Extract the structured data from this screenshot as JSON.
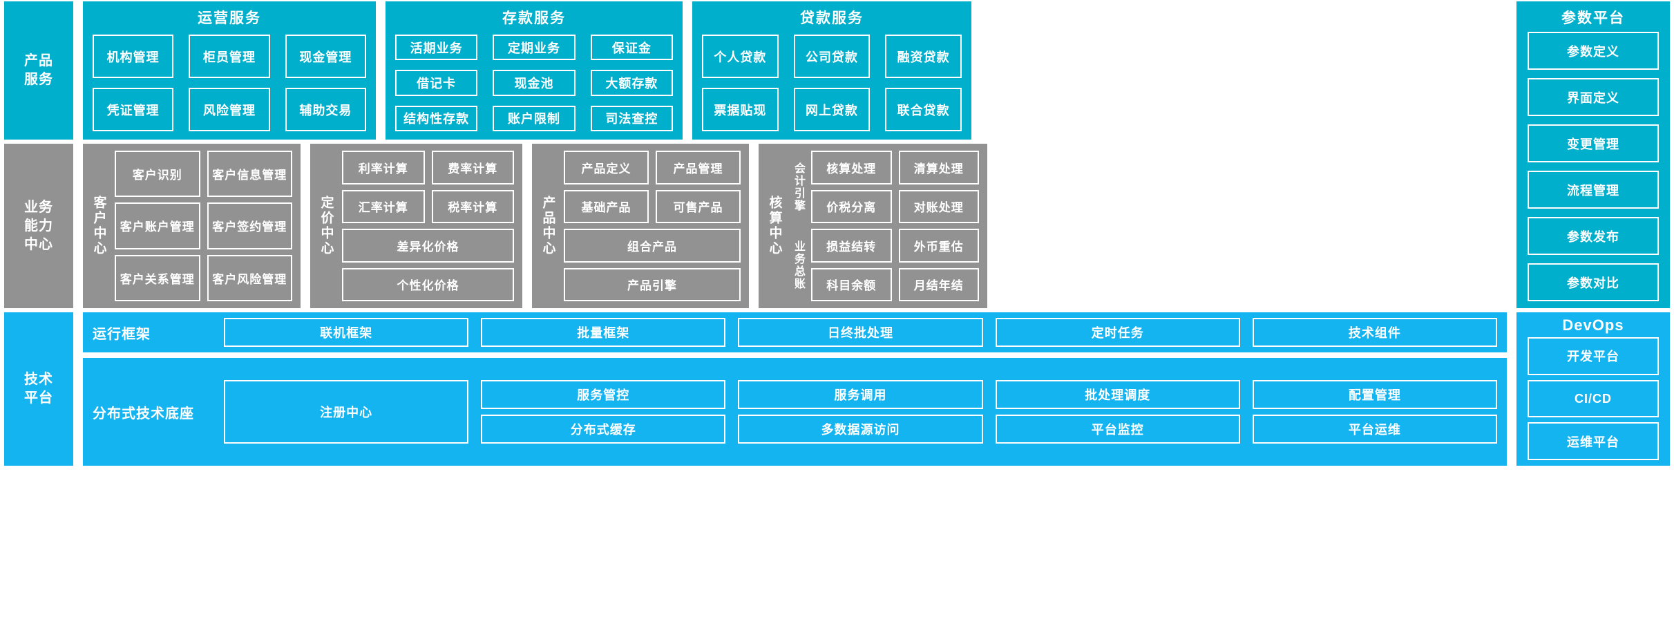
{
  "colors": {
    "teal": "#00afcc",
    "gray": "#929292",
    "bright_blue": "#14b4f0",
    "white": "#ffffff"
  },
  "rows": {
    "product_service": {
      "label": "产品\n服务"
    },
    "business_capability": {
      "label": "业务\n能力\n中心"
    },
    "tech_platform": {
      "label": "技术\n平台"
    }
  },
  "product_service": {
    "label_line1": "产品",
    "label_line2": "服务",
    "panels": [
      {
        "title": "运营服务",
        "cells": [
          "机构管理",
          "柜员管理",
          "现金管理",
          "凭证管理",
          "风险管理",
          "辅助交易"
        ]
      },
      {
        "title": "存款服务",
        "cells": [
          "活期业务",
          "定期业务",
          "保证金",
          "借记卡",
          "现金池",
          "大额存款",
          "结构性存款",
          "账户限制",
          "司法查控"
        ]
      },
      {
        "title": "贷款服务",
        "cells": [
          "个人贷款",
          "公司贷款",
          "融资贷款",
          "票据贴现",
          "网上贷款",
          "联合贷款"
        ]
      }
    ]
  },
  "parameter_platform": {
    "title": "参数平台",
    "items": [
      "参数定义",
      "界面定义",
      "变更管理",
      "流程管理",
      "参数发布",
      "参数对比"
    ]
  },
  "business_capability": {
    "label_line1": "业务",
    "label_line2": "能力",
    "label_line3": "中心",
    "centers": [
      {
        "vlabel": "客户中心",
        "rows": [
          [
            "客户识别",
            "客户信息管理"
          ],
          [
            "客户账户管理",
            "客户签约管理"
          ],
          [
            "客户关系管理",
            "客户风险管理"
          ]
        ]
      },
      {
        "vlabel": "定价中心",
        "rows": [
          [
            "利率计算",
            "费率计算"
          ],
          [
            "汇率计算",
            "税率计算"
          ],
          [
            "差异化价格"
          ],
          [
            "个性化价格"
          ]
        ]
      },
      {
        "vlabel": "产品中心",
        "rows": [
          [
            "产品定义",
            "产品管理"
          ],
          [
            "基础产品",
            "可售产品"
          ],
          [
            "组合产品"
          ],
          [
            "产品引擎"
          ]
        ]
      },
      {
        "vlabel": "核算中心",
        "sub_groups": [
          {
            "vlabel": "会计引擎",
            "rows": [
              [
                "核算处理",
                "清算处理"
              ],
              [
                "价税分离",
                "对账处理"
              ]
            ]
          },
          {
            "vlabel": "业务总账",
            "rows": [
              [
                "损益结转",
                "外币重估"
              ],
              [
                "科目余额",
                "月结年结"
              ]
            ]
          }
        ]
      }
    ]
  },
  "tech_platform": {
    "label_line1": "技术",
    "label_line2": "平台",
    "strips": [
      {
        "label": "运行框架",
        "columns": [
          [
            "联机框架"
          ],
          [
            "批量框架"
          ],
          [
            "日终批处理"
          ],
          [
            "定时任务"
          ],
          [
            "技术组件"
          ]
        ]
      },
      {
        "label": "分布式技术底座",
        "columns": [
          [
            "注册中心"
          ],
          [
            "服务管控",
            "分布式缓存"
          ],
          [
            "服务调用",
            "多数据源访问"
          ],
          [
            "批处理调度",
            "平台监控"
          ],
          [
            "配置管理",
            "平台运维"
          ]
        ]
      }
    ]
  },
  "devops": {
    "title": "DevOps",
    "items": [
      "开发平台",
      "CI/CD",
      "运维平台"
    ]
  }
}
